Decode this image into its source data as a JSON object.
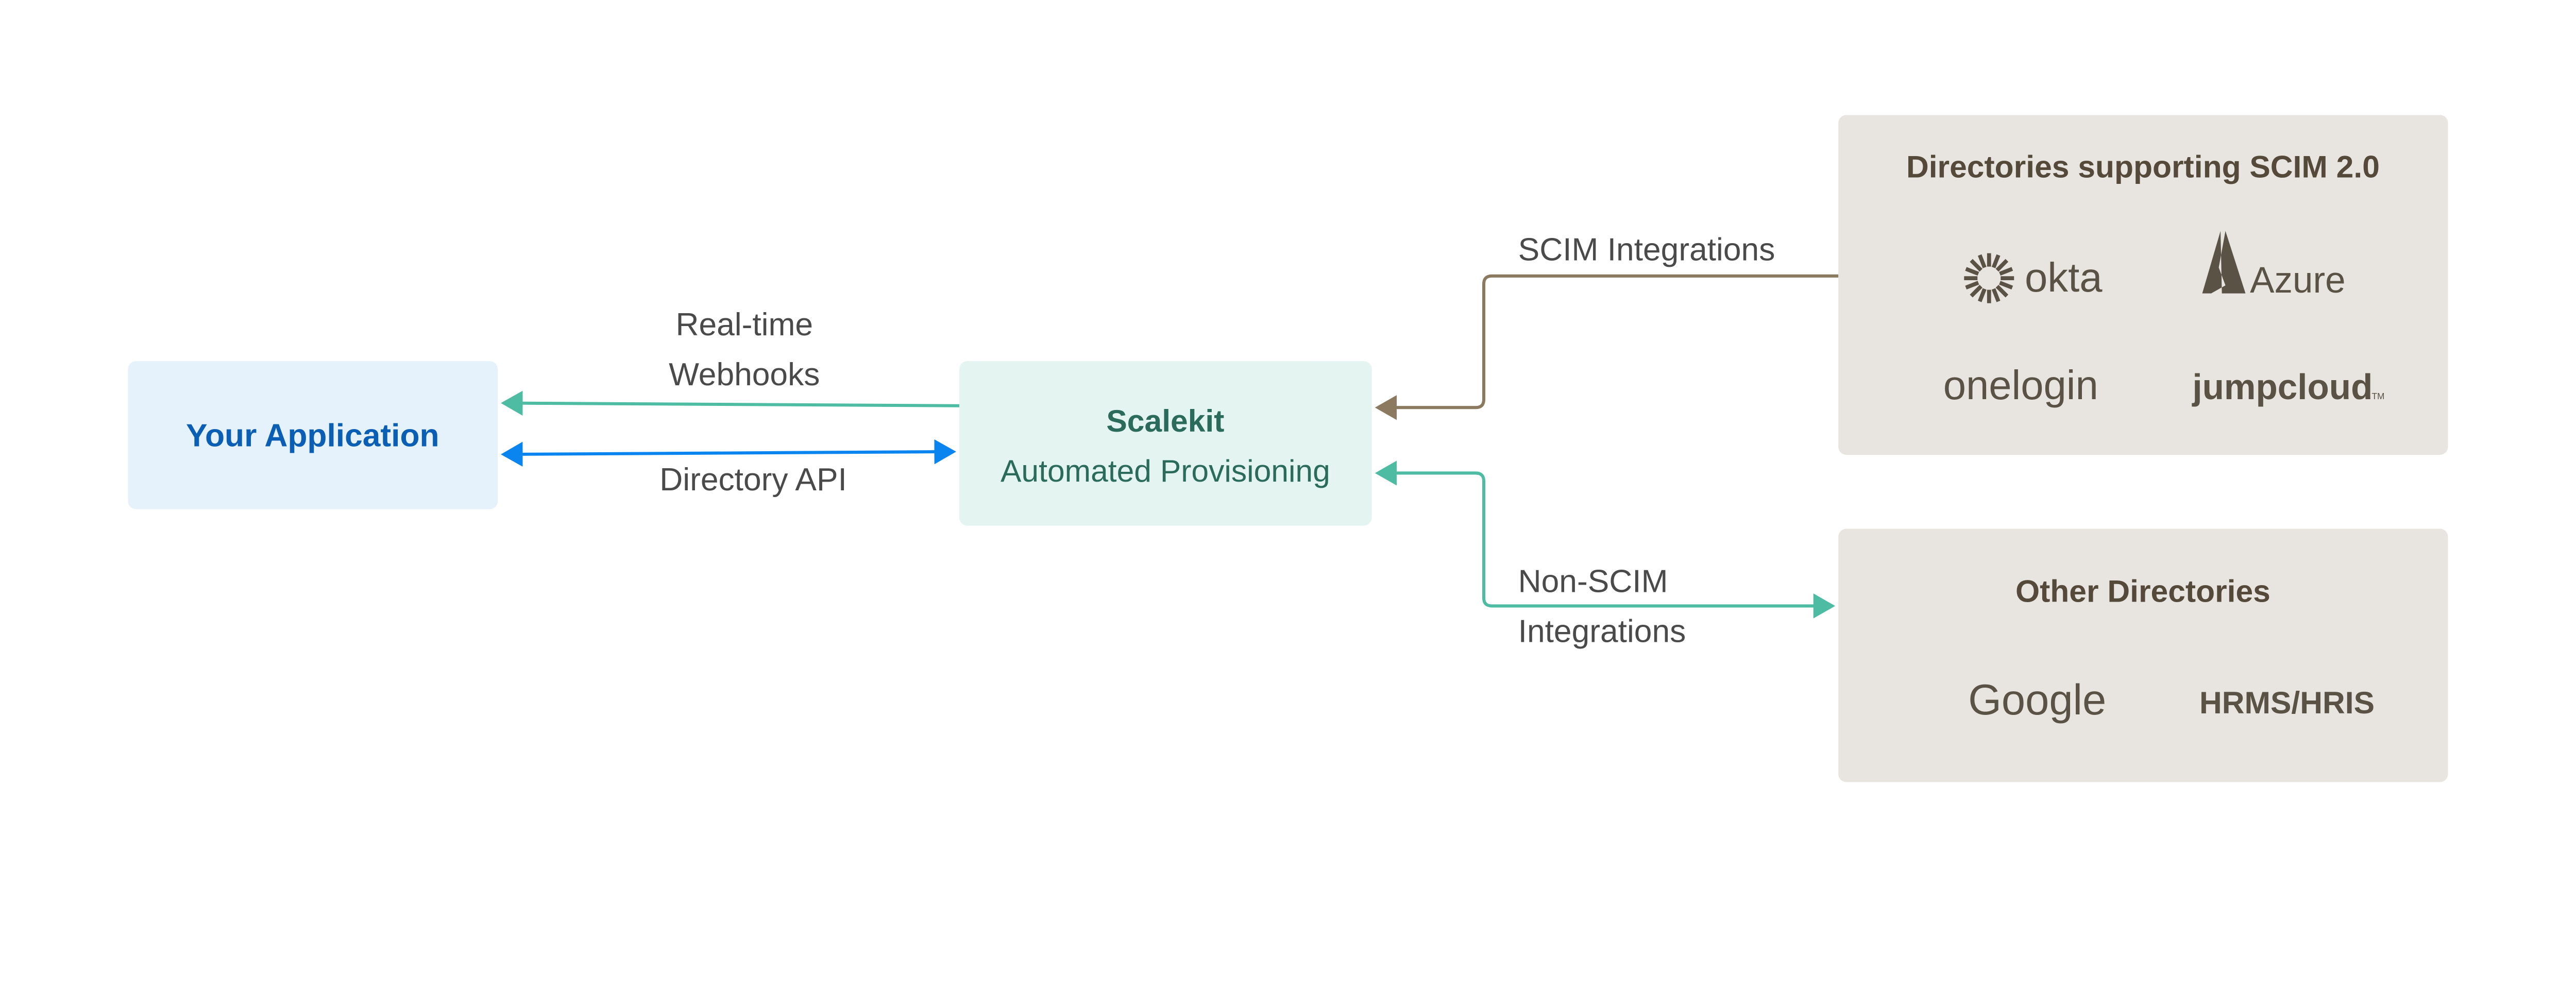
{
  "colors": {
    "app_box": "#e5f2fb",
    "app_text": "#0a5fb4",
    "scalekit_box": "#e4f4f0",
    "scalekit_text": "#2a6b5b",
    "directory_box": "#e8e5e0",
    "directory_text": "#55493a",
    "webhook_arrow": "#4dbca2",
    "api_arrow": "#0a84ee",
    "scim_arrow": "#8b7a60"
  },
  "nodes": {
    "app": {
      "label": "Your Application"
    },
    "scalekit": {
      "title": "Scalekit",
      "subtitle": "Automated Provisioning"
    },
    "scim_directories": {
      "title": "Directories supporting SCIM 2.0",
      "logos": [
        "okta",
        "Azure",
        "onelogin",
        "jumpcloud"
      ],
      "trademark": "TM"
    },
    "other_directories": {
      "title": "Other Directories",
      "logos": [
        "Google",
        "HRMS/HRIS"
      ]
    }
  },
  "edges": {
    "webhooks": {
      "line1": "Real-time",
      "line2": "Webhooks"
    },
    "directory_api": {
      "label": "Directory API"
    },
    "scim": {
      "label": "SCIM Integrations"
    },
    "non_scim": {
      "line1": "Non-SCIM",
      "line2": "Integrations"
    }
  }
}
